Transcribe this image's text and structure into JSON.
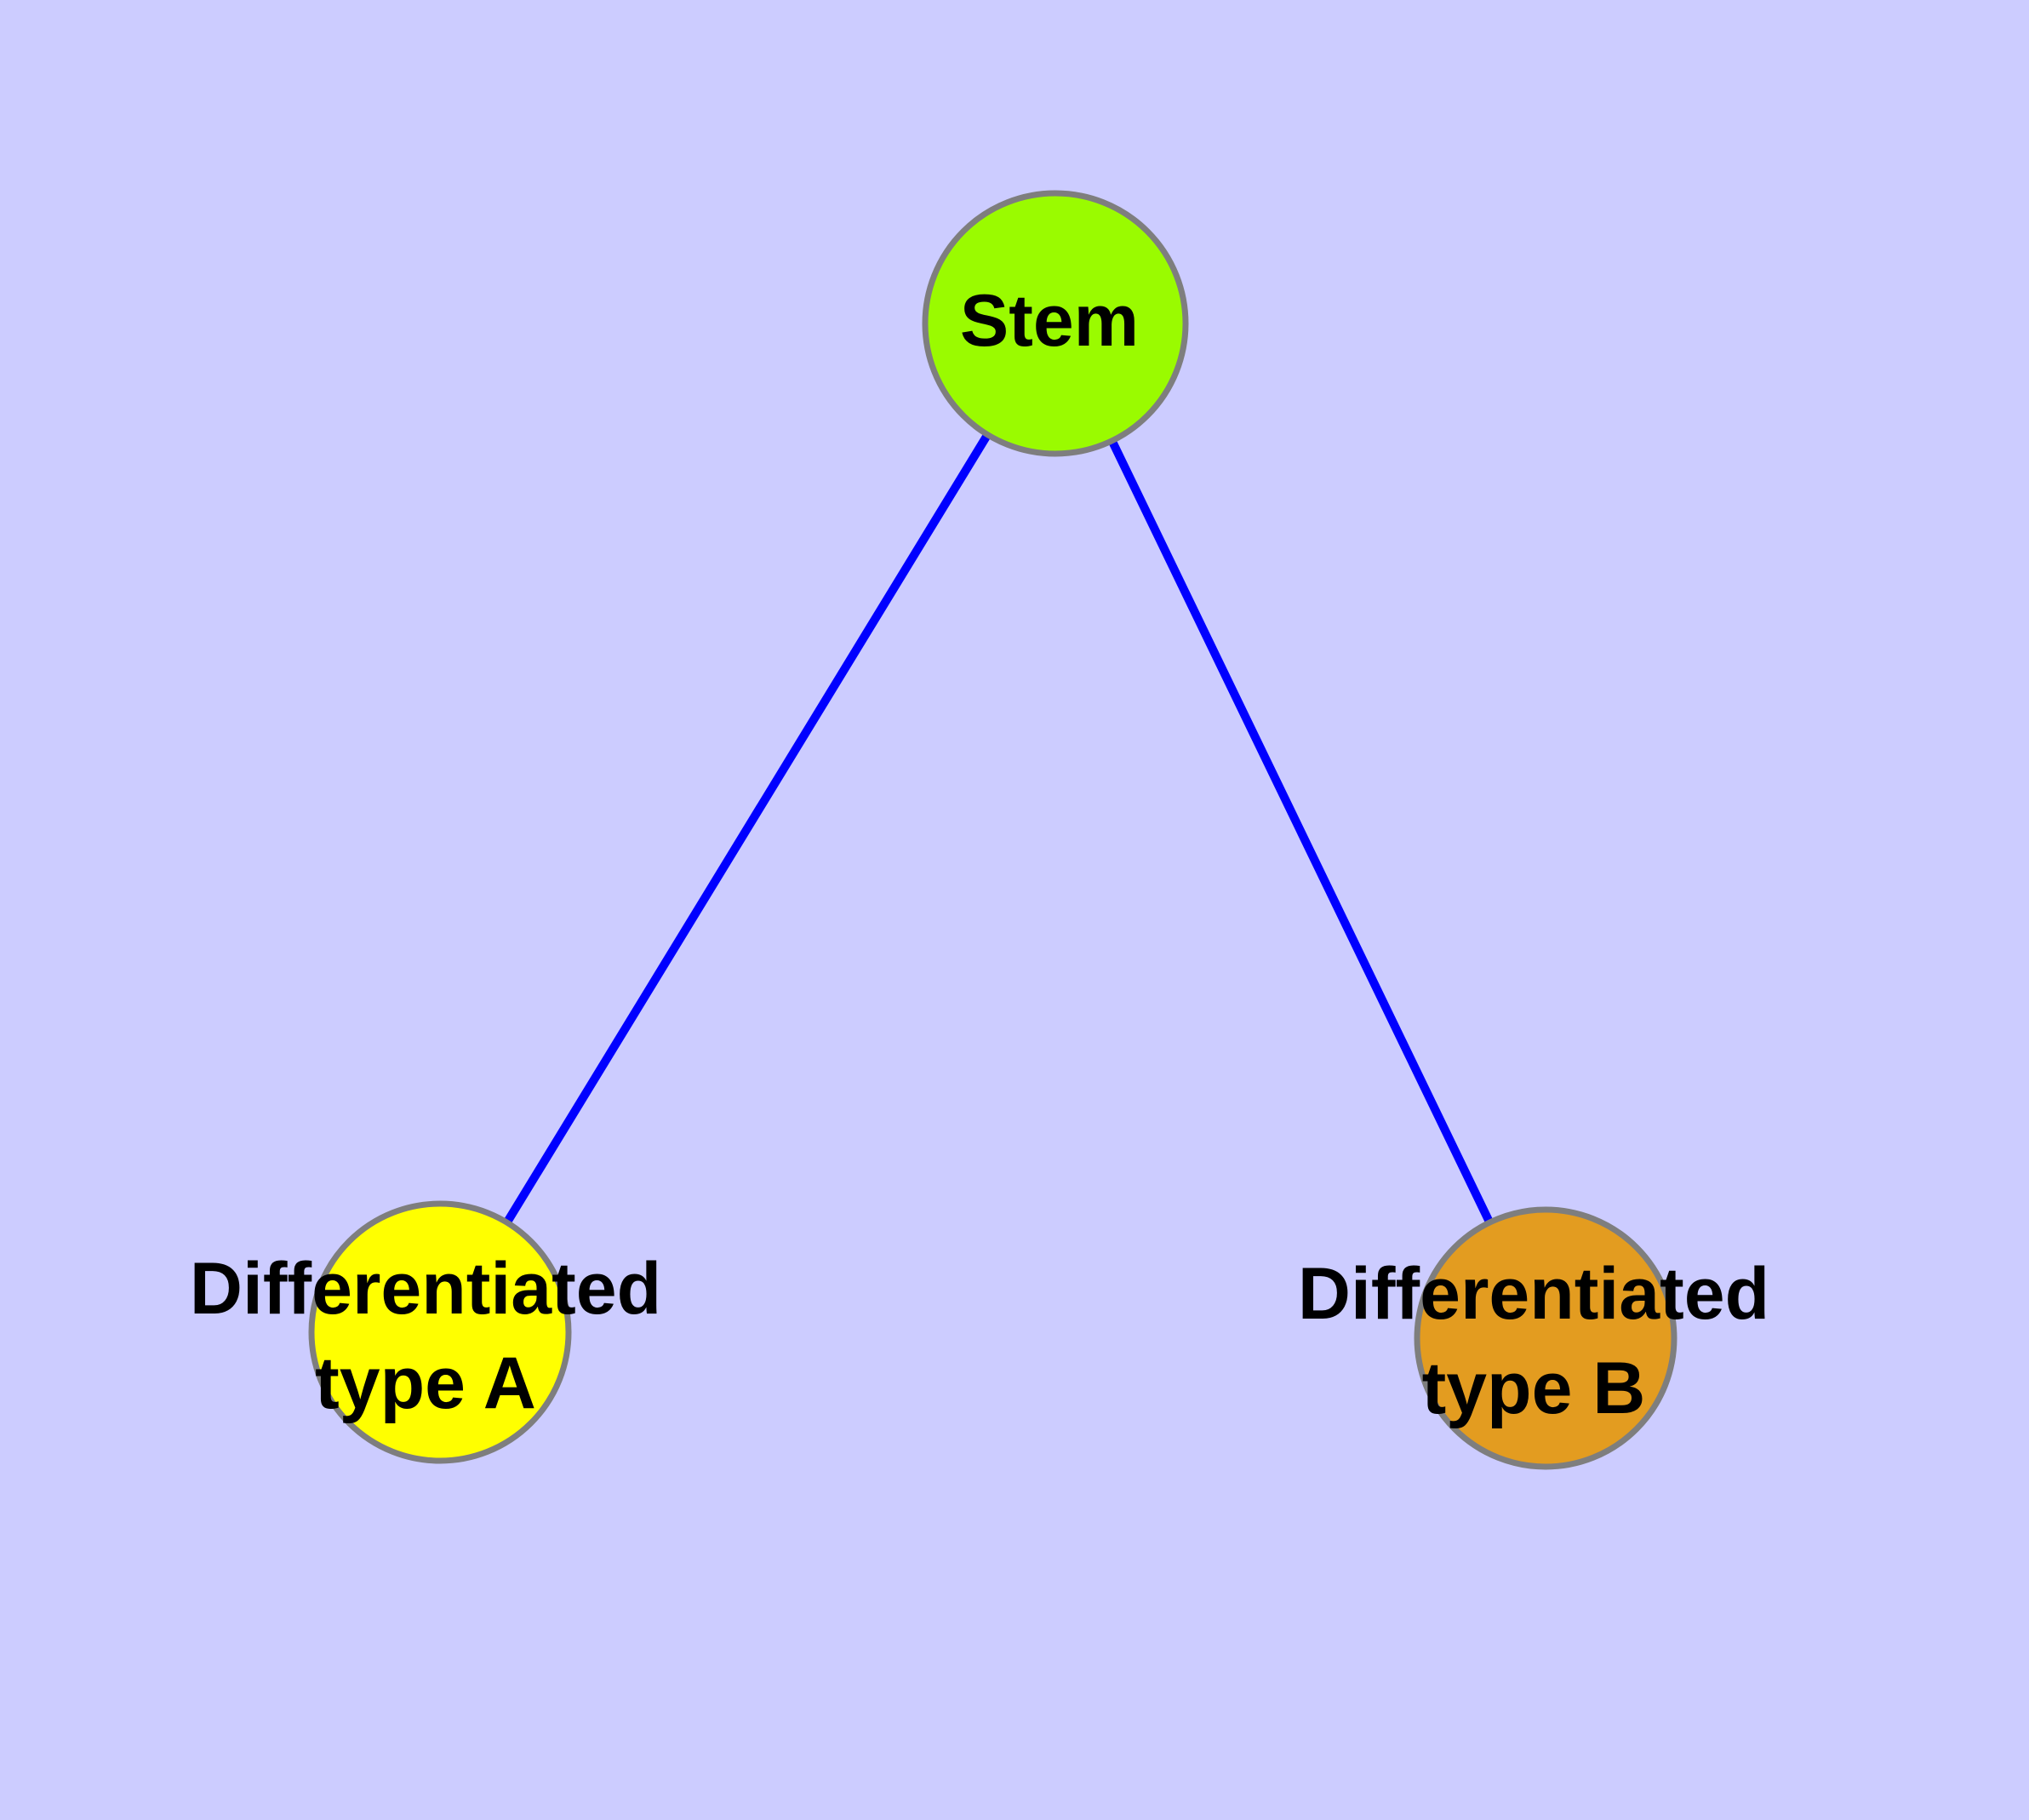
{
  "diagram": {
    "background_color": "#CCCCFF",
    "edge_color": "#0000FF",
    "node_border_color": "#7E7E7E",
    "label_color": "#000000",
    "nodes": {
      "stem": {
        "label": "Stem",
        "fill": "#9AFB00"
      },
      "type_a": {
        "label": "Differentiated type A",
        "line1": "Differentiated",
        "line2": "type A",
        "fill": "#FFFF00"
      },
      "type_b": {
        "label": "Differentiated type B",
        "line1": "Differentiated",
        "line2": "type B",
        "fill": "#E39C20"
      }
    },
    "edges": [
      {
        "from": "Stem",
        "to": "Differentiated type A"
      },
      {
        "from": "Stem",
        "to": "Differentiated type B"
      }
    ]
  }
}
